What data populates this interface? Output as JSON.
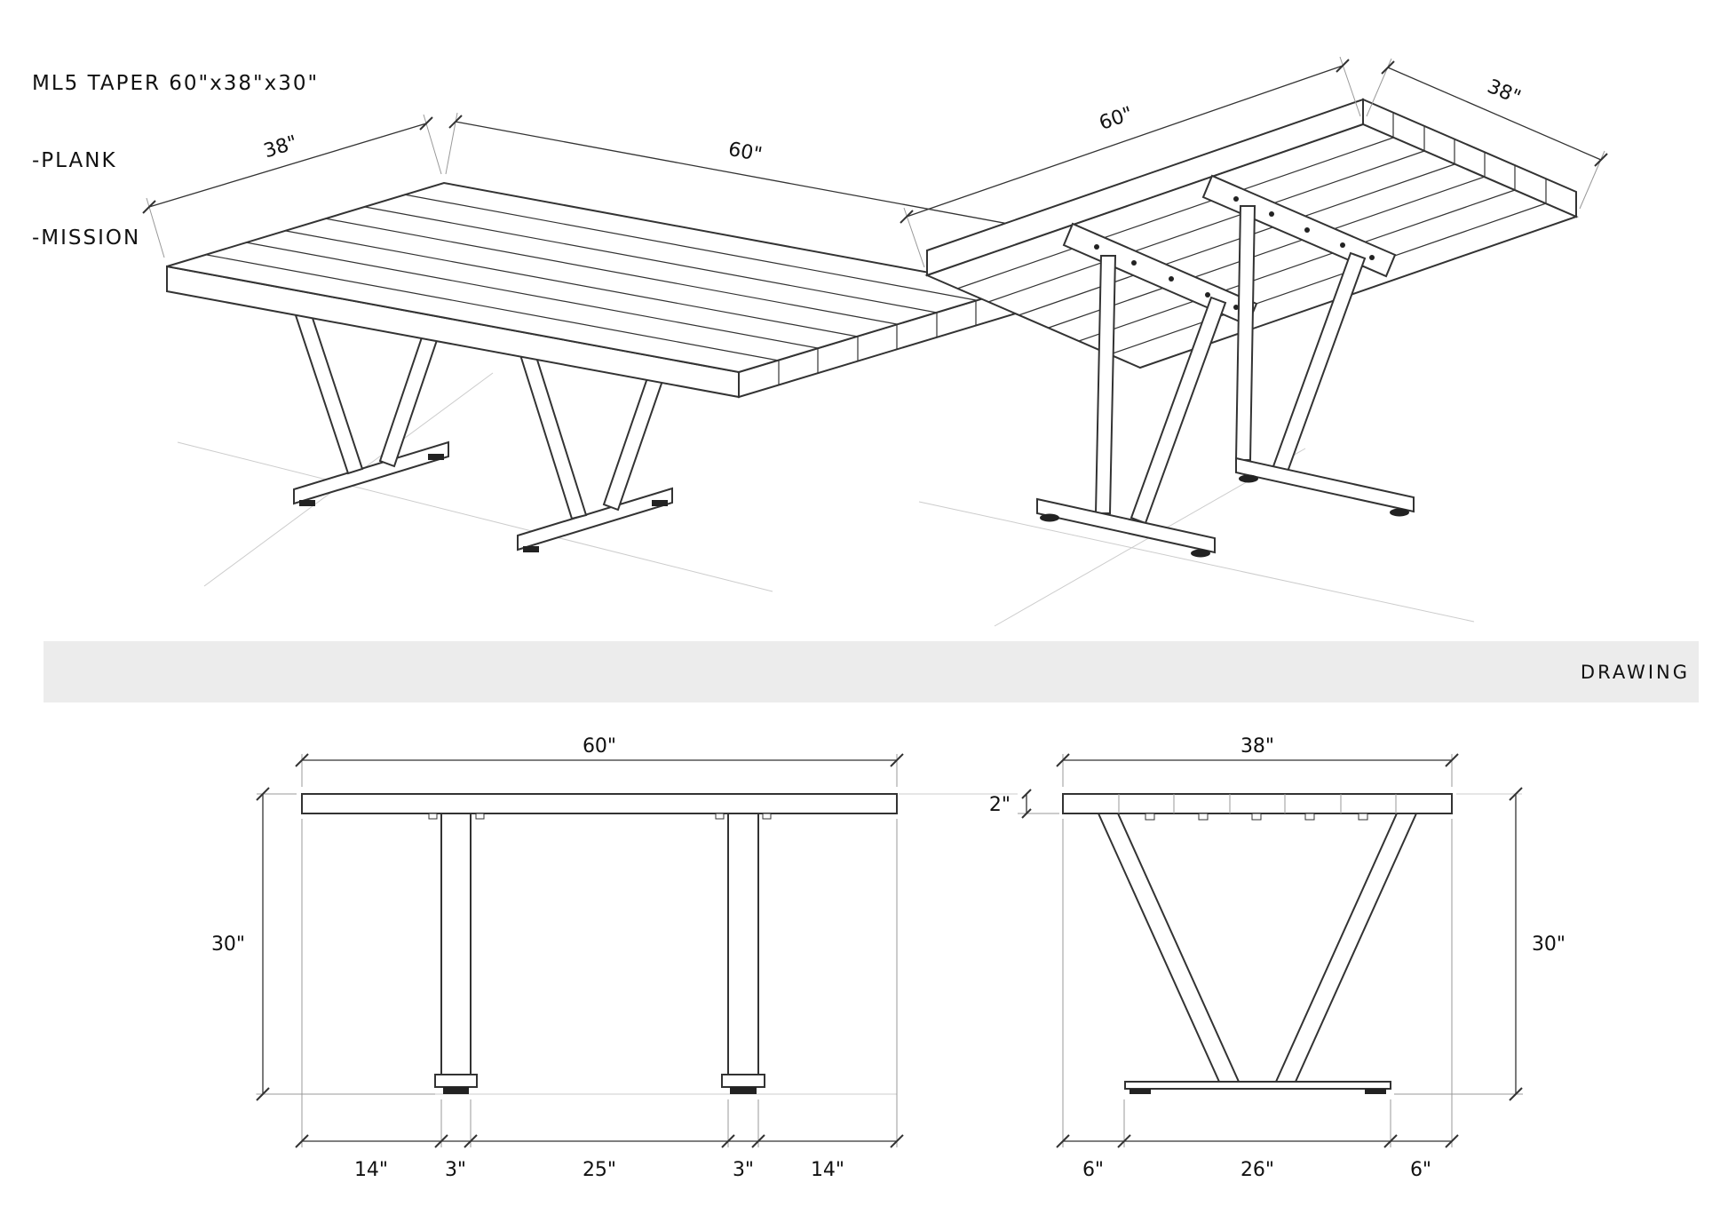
{
  "title_block": {
    "line1": "ML5 TAPER 60\"x38\"x30\"",
    "line2": "-PLANK",
    "line3": "-MISSION"
  },
  "section_band": {
    "label": "DRAWING"
  },
  "colors": {
    "band": "#ececec",
    "line": "#333333",
    "construction": "#cccccc"
  },
  "iso_left": {
    "width_dim": "38\"",
    "length_dim": "60\""
  },
  "iso_right": {
    "length_dim": "60\"",
    "width_dim": "38\""
  },
  "front_view": {
    "top_dim": "60\"",
    "height_dim": "30\"",
    "bottom_dims": [
      "14\"",
      "3\"",
      "25\"",
      "3\"",
      "14\""
    ]
  },
  "side_view": {
    "top_dim": "38\"",
    "thickness_dim": "2\"",
    "height_dim": "30\"",
    "bottom_dims": [
      "6\"",
      "26\"",
      "6\""
    ]
  }
}
